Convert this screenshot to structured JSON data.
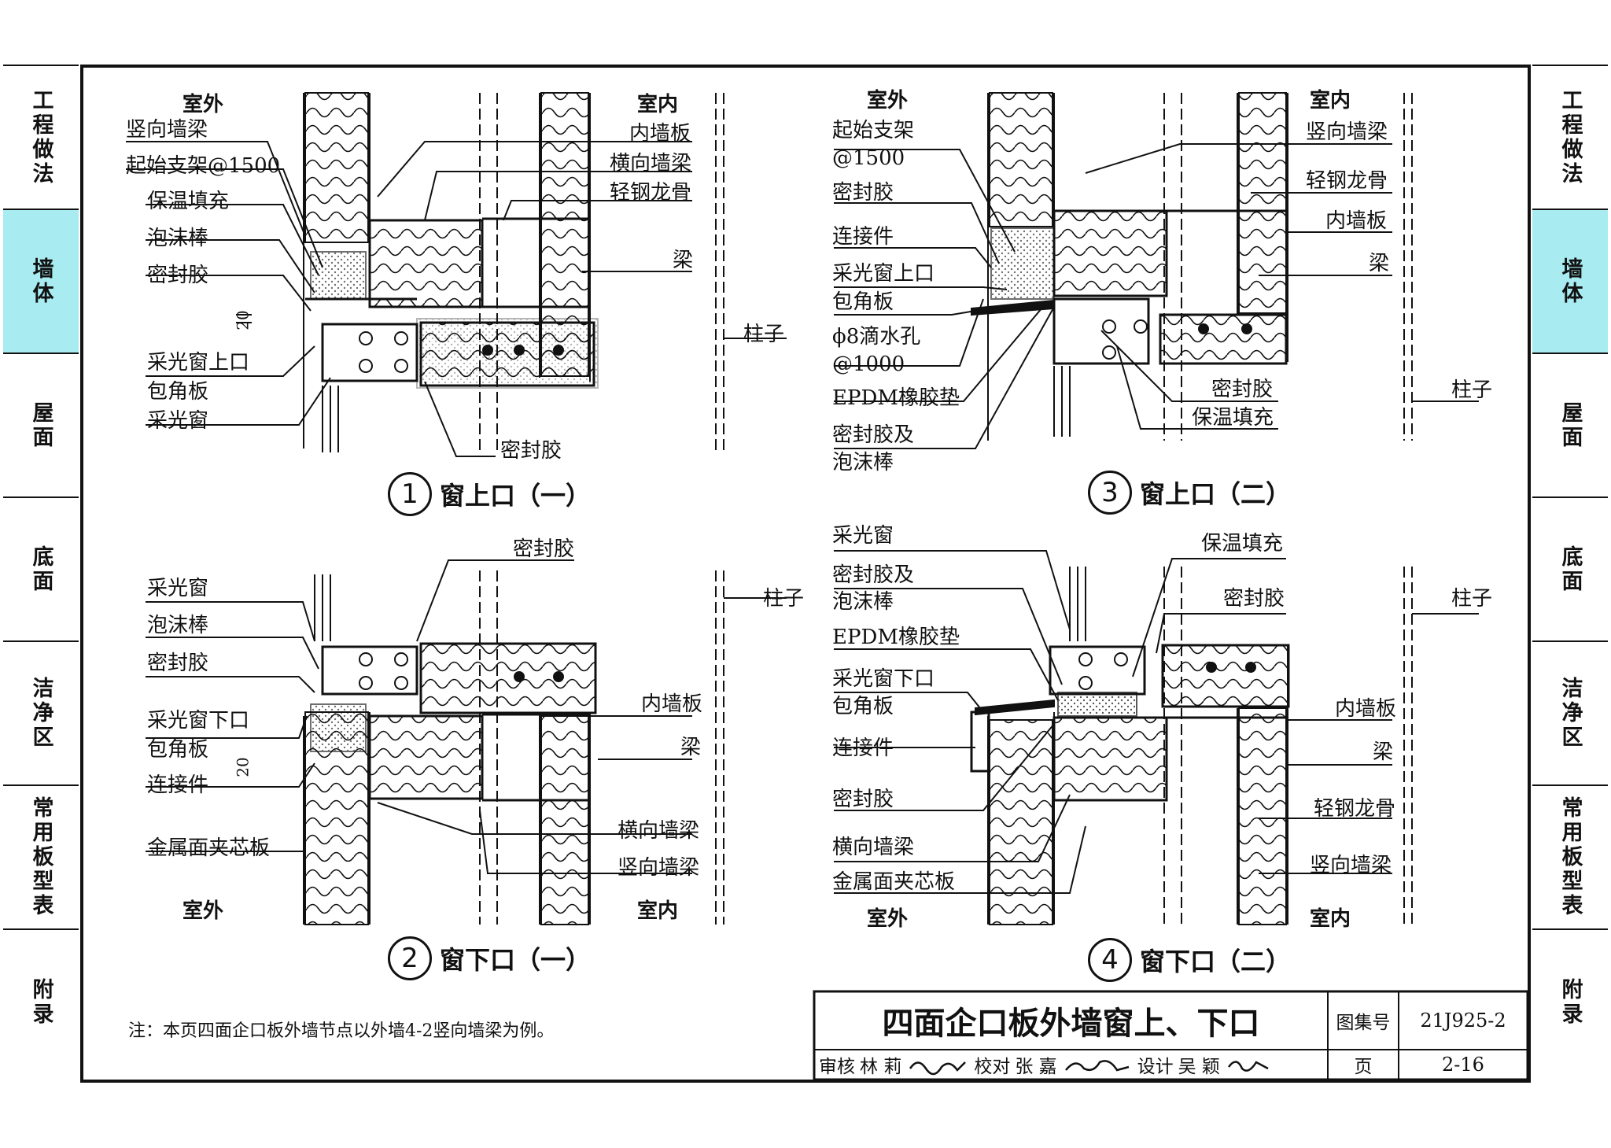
{
  "sidebar": {
    "tabs": [
      "工程做法",
      "墙体",
      "屋面",
      "底面",
      "洁净区",
      "常用板型表",
      "附录"
    ],
    "active": "墙体",
    "active_color": "#a8ecf2"
  },
  "details": {
    "d1": {
      "num": "1",
      "title": "窗上口（一）",
      "labels": [
        "室外",
        "室内",
        "竖向墙梁",
        "起始支架@1500",
        "保温填充",
        "泡沫棒",
        "密封胶",
        "采光窗上口",
        "包角板",
        "采光窗",
        "密封胶",
        "内墙板",
        "横向墙梁",
        "轻钢龙骨",
        "梁",
        "柱子"
      ],
      "dim": "20"
    },
    "d2": {
      "num": "2",
      "title": "窗下口（一）",
      "labels": [
        "密封胶",
        "采光窗",
        "泡沫棒",
        "密封胶",
        "采光窗下口",
        "包角板",
        "连接件",
        "金属面夹芯板",
        "室外",
        "室内",
        "柱子",
        "内墙板",
        "梁",
        "横向墙梁",
        "竖向墙梁"
      ],
      "dim": "20"
    },
    "d3": {
      "num": "3",
      "title": "窗上口（二）",
      "labels": [
        "室外",
        "室内",
        "起始支架",
        "@1500",
        "密封胶",
        "连接件",
        "采光窗上口",
        "包角板",
        "ϕ8滴水孔",
        "@1000",
        "EPDM橡胶垫",
        "密封胶及",
        "泡沫棒",
        "竖向墙梁",
        "轻钢龙骨",
        "内墙板",
        "梁",
        "密封胶",
        "保温填充",
        "柱子"
      ]
    },
    "d4": {
      "num": "4",
      "title": "窗下口（二）",
      "labels": [
        "采光窗",
        "密封胶及",
        "泡沫棒",
        "EPDM橡胶垫",
        "采光窗下口",
        "包角板",
        "连接件",
        "密封胶",
        "横向墙梁",
        "金属面夹芯板",
        "室外",
        "保温填充",
        "密封胶",
        "柱子",
        "内墙板",
        "梁",
        "轻钢龙骨",
        "竖向墙梁",
        "室内"
      ]
    }
  },
  "note": "注：本页四面企口板外墙节点以外墙4-2竖向墙梁为例。",
  "title_block": {
    "title": "四面企口板外墙窗上、下口",
    "atlas_label": "图集号",
    "atlas_no": "21J925-2",
    "review_label": "审核",
    "reviewer": "林  莉",
    "check_label": "校对",
    "checker": "张  嘉",
    "design_label": "设计",
    "designer": "吴  颖",
    "page_label": "页",
    "page_no": "2-16"
  }
}
